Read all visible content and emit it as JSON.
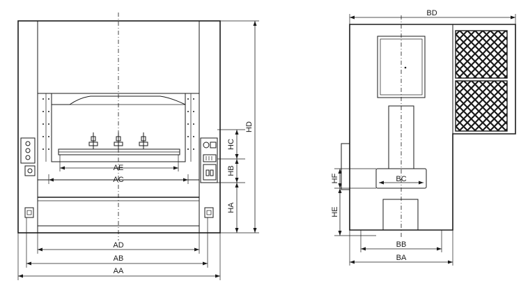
{
  "front_view": {
    "labels": {
      "AA": "AA",
      "AB": "AB",
      "AD": "AD",
      "AC": "AC",
      "AE": "AE",
      "HA": "HA",
      "HB": "HB",
      "HC": "HC",
      "HD": "HD"
    }
  },
  "side_view": {
    "labels": {
      "BD": "BD",
      "BC": "BC",
      "BB": "BB",
      "BA": "BA",
      "HF": "HF",
      "HE": "HE"
    }
  }
}
